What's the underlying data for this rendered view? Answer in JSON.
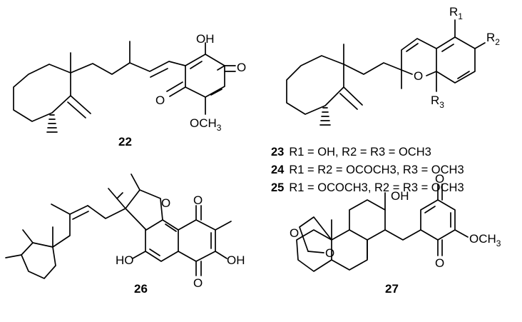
{
  "compounds": [
    {
      "id": "22",
      "atoms": {
        "oh": "OH",
        "o_top": "O",
        "o_left": "O",
        "methoxy": "OCH",
        "methoxy_sub": "3"
      }
    },
    {
      "id": "23",
      "atoms": {
        "r1": "R",
        "r1_sub": "1",
        "r2": "R",
        "r2_sub": "2",
        "r3": "R",
        "r3_sub": "3",
        "ring_o": "O"
      }
    },
    {
      "id": "24"
    },
    {
      "id": "25"
    },
    {
      "id": "26",
      "atoms": {
        "furan_o": "O",
        "q_o_top": "O",
        "q_o_bottom": "O",
        "ho": "HO",
        "oh": "OH"
      }
    },
    {
      "id": "27",
      "atoms": {
        "oh": "OH",
        "bridge_o": "O",
        "lactone_o": "O",
        "q_o_top": "O",
        "q_o_bottom": "O",
        "methoxy": "OCH",
        "methoxy_sub": "3"
      }
    }
  ],
  "substituent_legend": [
    {
      "id": "23",
      "text": "R1 = OH, R2 = R3 = OCH3"
    },
    {
      "id": "24",
      "text": "R1 = R2 = OCOCH3, R3 = OCH3"
    },
    {
      "id": "25",
      "text": "R1 = OCOCH3, R2 = R3 = OCH3"
    }
  ]
}
